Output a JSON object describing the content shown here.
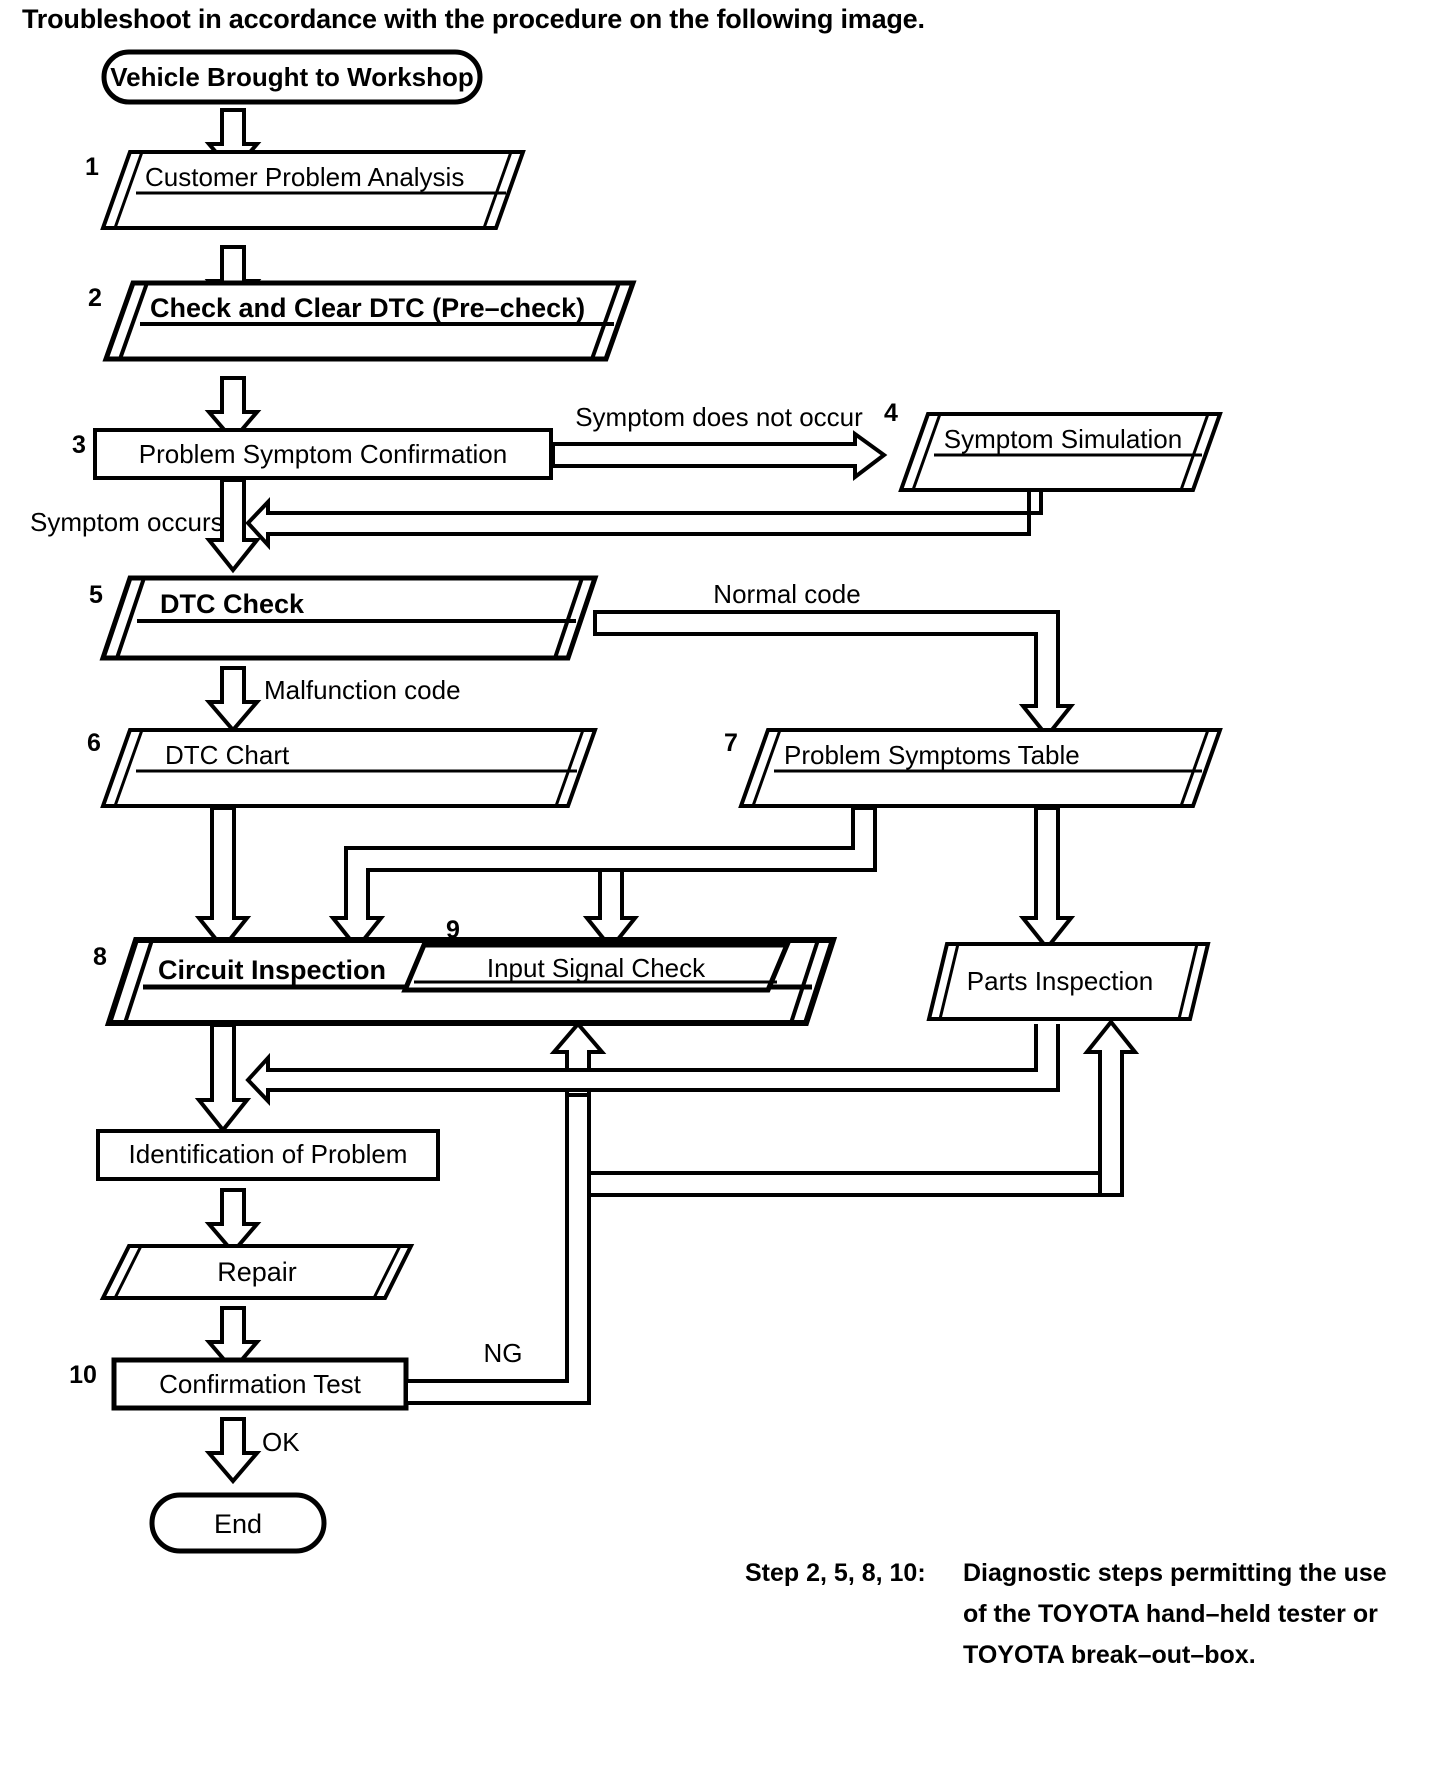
{
  "intro": {
    "text": "Troubleshoot in accordance with the procedure on the following image."
  },
  "chart_data": {
    "type": "diagram",
    "title": "Toyota Troubleshooting Procedure Flowchart",
    "nodes": [
      {
        "id": "start",
        "step": "",
        "label": "Vehicle Brought to Workshop",
        "shape": "rounded",
        "bold": false
      },
      {
        "id": "n1",
        "step": "1",
        "label": "Customer Problem Analysis",
        "shape": "parallelogram-3d",
        "bold": false
      },
      {
        "id": "n2",
        "step": "2",
        "label": "Check and Clear DTC (Pre–check)",
        "shape": "parallelogram-3d",
        "bold": true
      },
      {
        "id": "n3",
        "step": "3",
        "label": "Problem Symptom Confirmation",
        "shape": "rect",
        "bold": false
      },
      {
        "id": "n4",
        "step": "4",
        "label": "Symptom Simulation",
        "shape": "parallelogram-3d",
        "bold": false
      },
      {
        "id": "n5",
        "step": "5",
        "label": "DTC Check",
        "shape": "parallelogram-3d",
        "bold": true
      },
      {
        "id": "n6",
        "step": "6",
        "label": "DTC Chart",
        "shape": "parallelogram-3d",
        "bold": false
      },
      {
        "id": "n7",
        "step": "7",
        "label": "Problem Symptoms Table",
        "shape": "parallelogram-3d",
        "bold": false
      },
      {
        "id": "n8",
        "step": "8",
        "label": "Circuit Inspection",
        "shape": "parallelogram-3d",
        "bold": true
      },
      {
        "id": "n9",
        "step": "9",
        "label": "Input Signal Check",
        "shape": "parallelogram",
        "bold": false
      },
      {
        "id": "parts",
        "step": "",
        "label": "Parts Inspection",
        "shape": "parallelogram-3d",
        "bold": false
      },
      {
        "id": "ident",
        "step": "",
        "label": "Identification of Problem",
        "shape": "rect",
        "bold": false
      },
      {
        "id": "repair",
        "step": "",
        "label": "Repair",
        "shape": "parallelogram",
        "bold": false
      },
      {
        "id": "n10",
        "step": "10",
        "label": "Confirmation Test",
        "shape": "rect",
        "bold": false
      },
      {
        "id": "end",
        "step": "",
        "label": "End",
        "shape": "rounded",
        "bold": false
      }
    ],
    "edge_labels": [
      {
        "id": "sym-not-occur",
        "text": "Symptom does not occur",
        "from": "n3",
        "to": "n4"
      },
      {
        "id": "sym-occurs",
        "text": "Symptom occurs",
        "from": "n3",
        "to": "n5"
      },
      {
        "id": "normal-code",
        "text": "Normal code",
        "from": "n5",
        "to": "n7"
      },
      {
        "id": "malfunction",
        "text": "Malfunction code",
        "from": "n5",
        "to": "n6"
      },
      {
        "id": "ng",
        "text": "NG",
        "from": "n10",
        "to": "n8"
      },
      {
        "id": "ok",
        "text": "OK",
        "from": "n10",
        "to": "end"
      }
    ],
    "step_numbers": [
      "1",
      "2",
      "3",
      "4",
      "5",
      "6",
      "7",
      "8",
      "9",
      "10"
    ]
  },
  "note": {
    "label": "Step 2, 5, 8, 10:",
    "line1": "Diagnostic steps permitting the use",
    "line2": "of the TOYOTA hand–held tester or",
    "line3": "TOYOTA break–out–box."
  },
  "colors": {
    "ink": "#000000",
    "paper": "#ffffff"
  }
}
